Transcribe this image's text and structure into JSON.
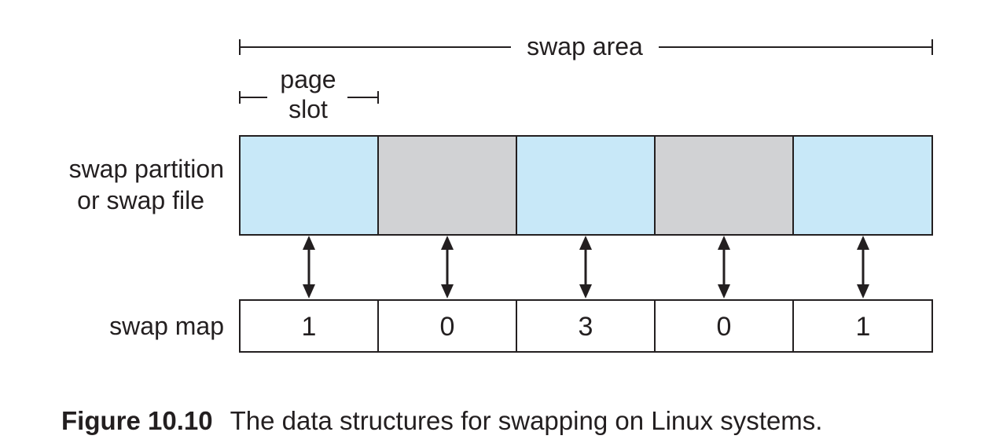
{
  "labels": {
    "swap_area": "swap area",
    "page_slot_line1": "page",
    "page_slot_line2": "slot",
    "swap_partition_line1": "swap partition",
    "swap_partition_line2": "or swap file",
    "swap_map": "swap map"
  },
  "page_slots": [
    {
      "state": "in-use"
    },
    {
      "state": "free"
    },
    {
      "state": "in-use"
    },
    {
      "state": "free"
    },
    {
      "state": "in-use"
    }
  ],
  "swap_map_values": [
    "1",
    "0",
    "3",
    "0",
    "1"
  ],
  "colors": {
    "in_use": "#c8e8f8",
    "free": "#d1d2d4",
    "line": "#231f20"
  },
  "caption": {
    "figure_number": "Figure 10.10",
    "text": "The data structures for swapping on Linux systems."
  }
}
